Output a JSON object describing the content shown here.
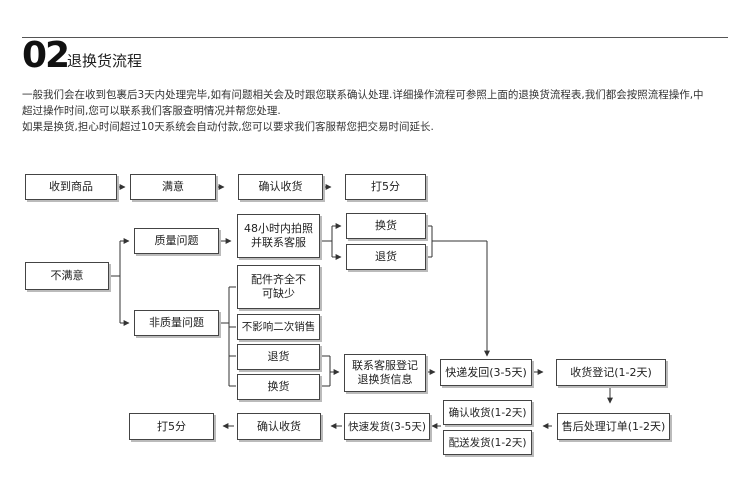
{
  "header": {
    "number": "02",
    "title": "退换货流程"
  },
  "description": {
    "line1": "一般我们会在收到包裹后3天内处理完毕,如有问题相关会及时跟您联系确认处理.详细操作流程可参照上面的退换货流程表,我们都会按照流程操作,中",
    "line2": "超过操作时间,您可以联系我们客服查明情况并帮您处理.",
    "line3": "如果是换货,担心时间超过10天系统会自动付款,您可以要求我们客服帮您把交易时间延长."
  },
  "flow": {
    "receive_goods": "收到商品",
    "satisfied": "满意",
    "confirm_receipt_top": "确认收货",
    "rate_5_top": "打5分",
    "unsatisfied": "不满意",
    "quality_issue": "质量问题",
    "photo_contact": "48小时内拍照并联系客服",
    "exchange_q": "换货",
    "return_q": "退货",
    "non_quality_issue": "非质量问题",
    "parts_complete": "配件齐全不可缺少",
    "no_resale_effect": "不影响二次销售",
    "return_nq": "退货",
    "exchange_nq": "换货",
    "contact_register": "联系客服登记退换货信息",
    "express_return": "快递发回(3-5天)",
    "receipt_register": "收货登记(1-2天)",
    "after_sales": "售后处理订单(1-2天)",
    "confirm_receipt_mid": "确认收货(1-2天)",
    "delivery_mid": "配送发货(1-2天)",
    "fast_delivery": "快速发货(3-5天)",
    "confirm_receipt_bottom": "确认收货",
    "rate_5_bottom": "打5分"
  }
}
